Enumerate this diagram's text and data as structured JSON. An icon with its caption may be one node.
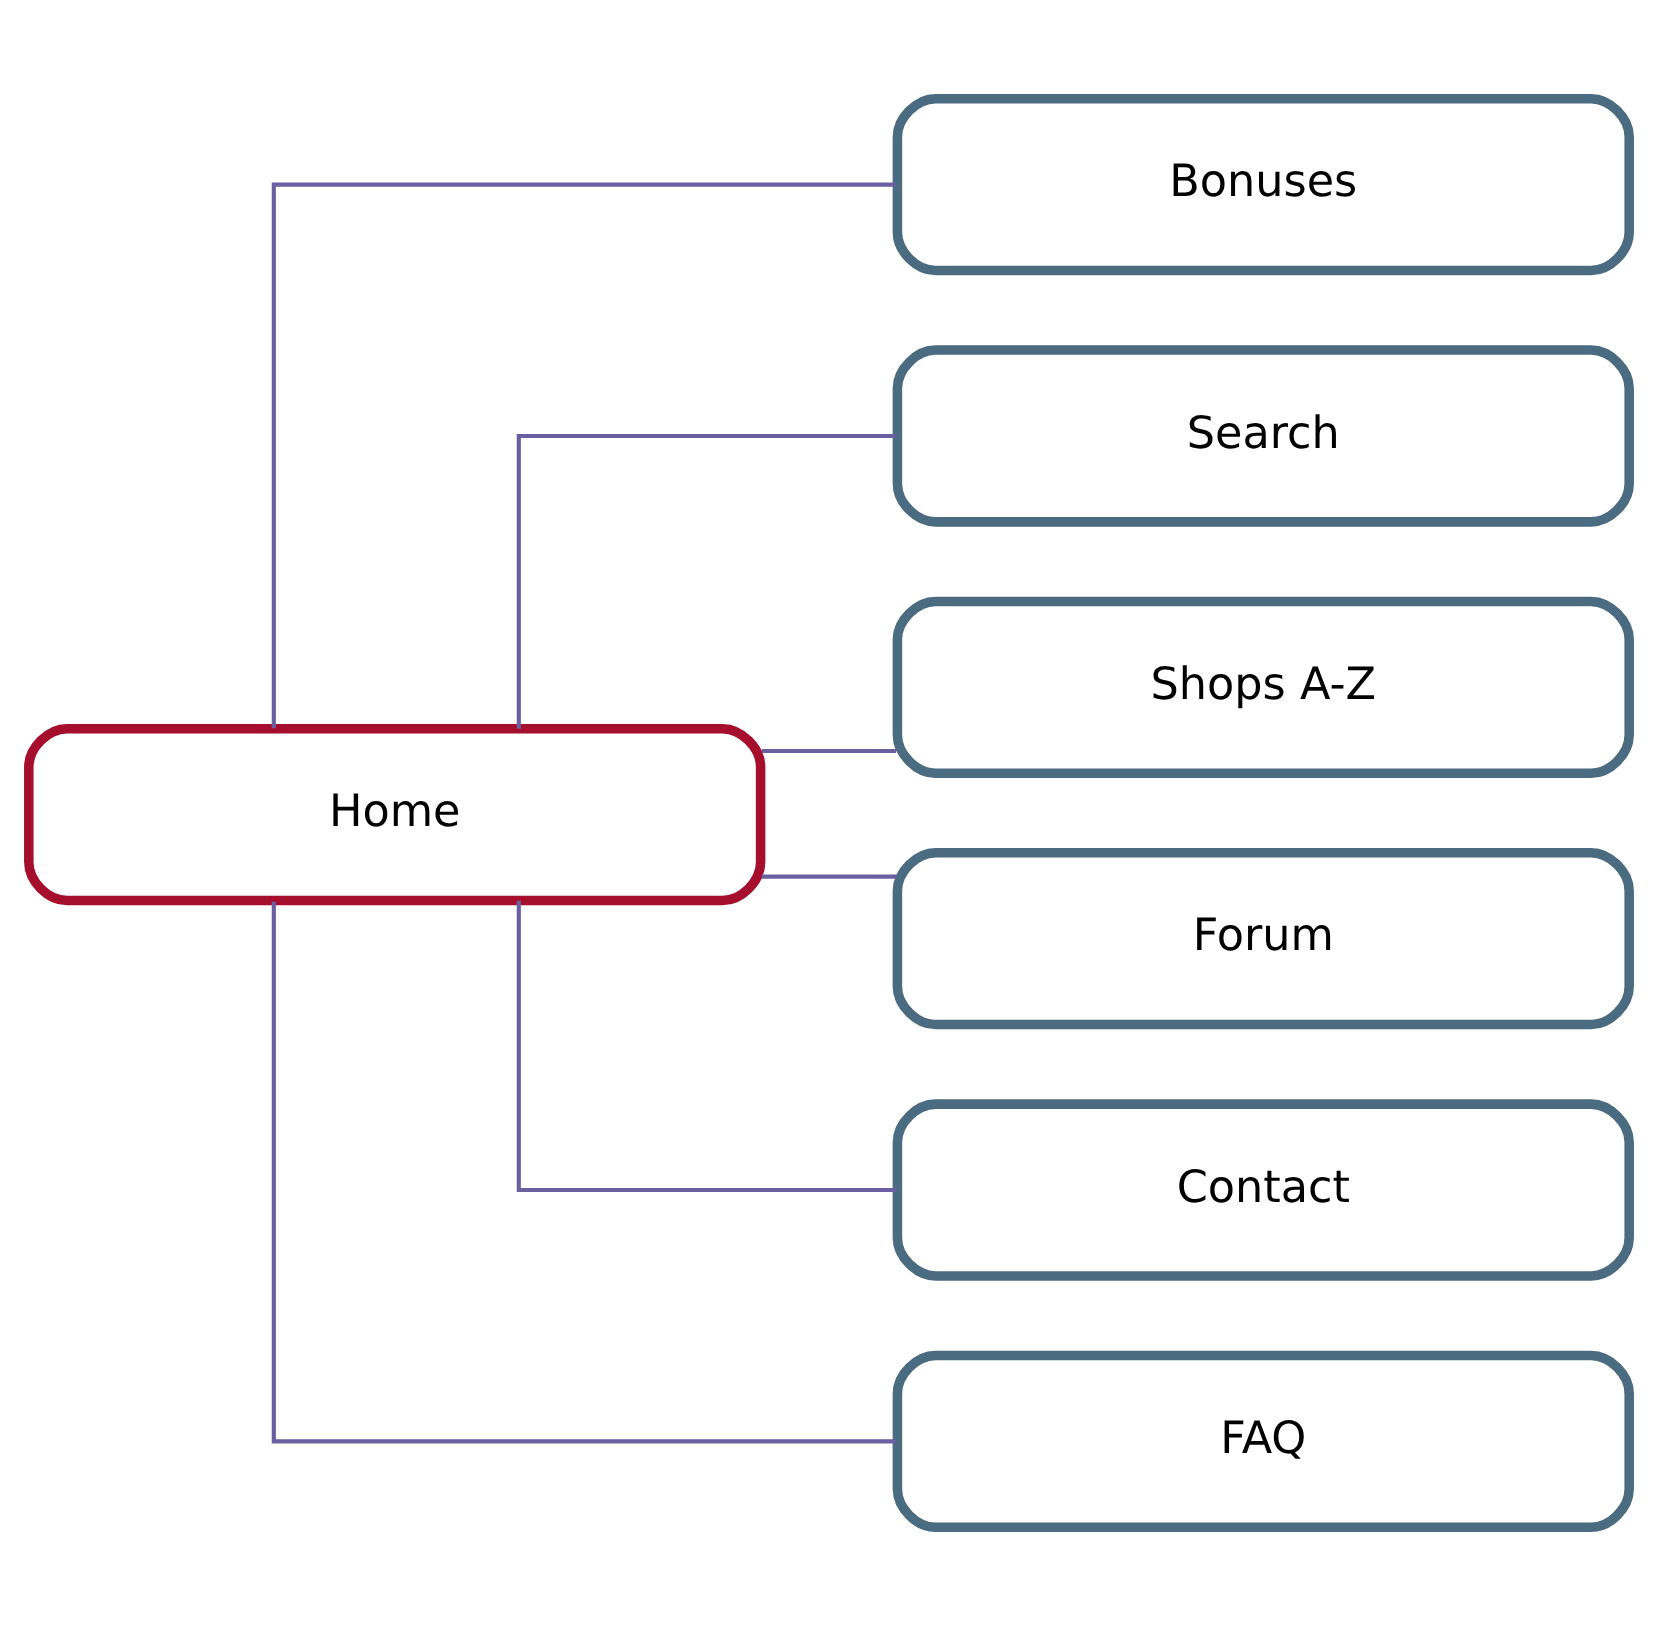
{
  "diagram": {
    "nodes": [
      {
        "text": [
          "Home"
        ]
      },
      {
        "text": [
          "Bonuses"
        ]
      },
      {
        "text": [
          "Search"
        ]
      },
      {
        "text": [
          "Shops A-Z"
        ]
      },
      {
        "text": [
          "Forum"
        ]
      },
      {
        "text": [
          "Contact"
        ]
      },
      {
        "text": [
          "FAQ"
        ]
      }
    ],
    "edges": [
      {
        "from": 0,
        "to": 1,
        "arrow": "none"
      },
      {
        "from": 0,
        "to": 2,
        "arrow": "none"
      },
      {
        "from": 0,
        "to": 3,
        "arrow": "none"
      },
      {
        "from": 0,
        "to": 4,
        "arrow": "none"
      },
      {
        "from": 0,
        "to": 5,
        "arrow": "none"
      },
      {
        "from": 0,
        "to": 6,
        "arrow": "none"
      }
    ]
  }
}
